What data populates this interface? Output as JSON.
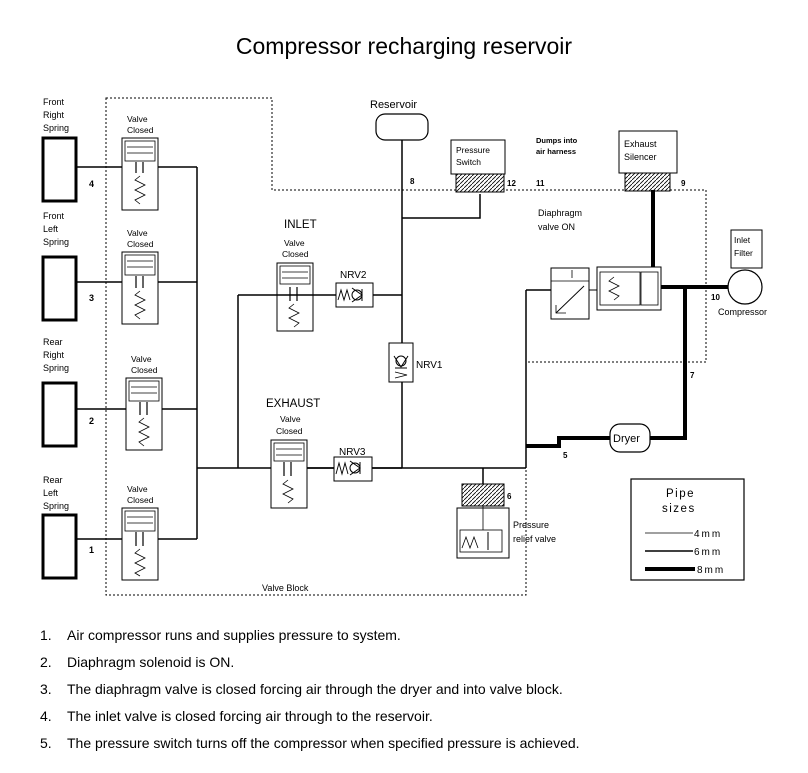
{
  "title": "Compressor recharging reservoir",
  "springs": [
    {
      "label_lines": [
        "Front",
        "Right",
        "Spring"
      ],
      "port": "4"
    },
    {
      "label_lines": [
        "Front",
        "Left",
        "Spring"
      ],
      "port": "3"
    },
    {
      "label_lines": [
        "Rear",
        "Right",
        "Spring"
      ],
      "port": "2"
    },
    {
      "label_lines": [
        "Rear",
        "Left",
        "Spring"
      ],
      "port": "1"
    }
  ],
  "valve_label_lines": [
    "Valve",
    "Closed"
  ],
  "inlet_label": "INLET",
  "exhaust_label": "EXHAUST",
  "nrv1": "NRV1",
  "nrv2": "NRV2",
  "nrv3": "NRV3",
  "valve_block": "Valve Block",
  "reservoir": "Reservoir",
  "port_8": "8",
  "pressure_switch_lines": [
    "Pressure",
    "Switch"
  ],
  "port_12": "12",
  "dumps_lines": [
    "Dumps into",
    "air harness"
  ],
  "port_11": "11",
  "exhaust_silencer_lines": [
    "Exhaust",
    "Silencer"
  ],
  "port_9": "9",
  "diaphragm_lines": [
    "Diaphragm",
    "valve  ON"
  ],
  "inlet_filter_lines": [
    "Inlet",
    "Filter"
  ],
  "port_10": "10",
  "compressor": "Compressor",
  "port_7": "7",
  "dryer": "Dryer",
  "port_5": "5",
  "port_6": "6",
  "relief_valve_lines": [
    "Pressure",
    "relief valve"
  ],
  "pipe_sizes": {
    "title_lines": [
      "Pipe",
      "sizes"
    ],
    "items": [
      "4mm",
      "6mm",
      "8mm"
    ]
  },
  "steps": [
    {
      "num": "1.",
      "text": "Air compressor runs and supplies pressure to system."
    },
    {
      "num": "2.",
      "text": "Diaphragm solenoid is ON."
    },
    {
      "num": "3.",
      "text": "The diaphragm valve is closed forcing air through the dryer and into valve block."
    },
    {
      "num": "4.",
      "text": "The inlet valve is closed forcing air through to the reservoir."
    },
    {
      "num": "5.",
      "text": "The pressure switch turns off the compressor when specified pressure is achieved."
    }
  ]
}
